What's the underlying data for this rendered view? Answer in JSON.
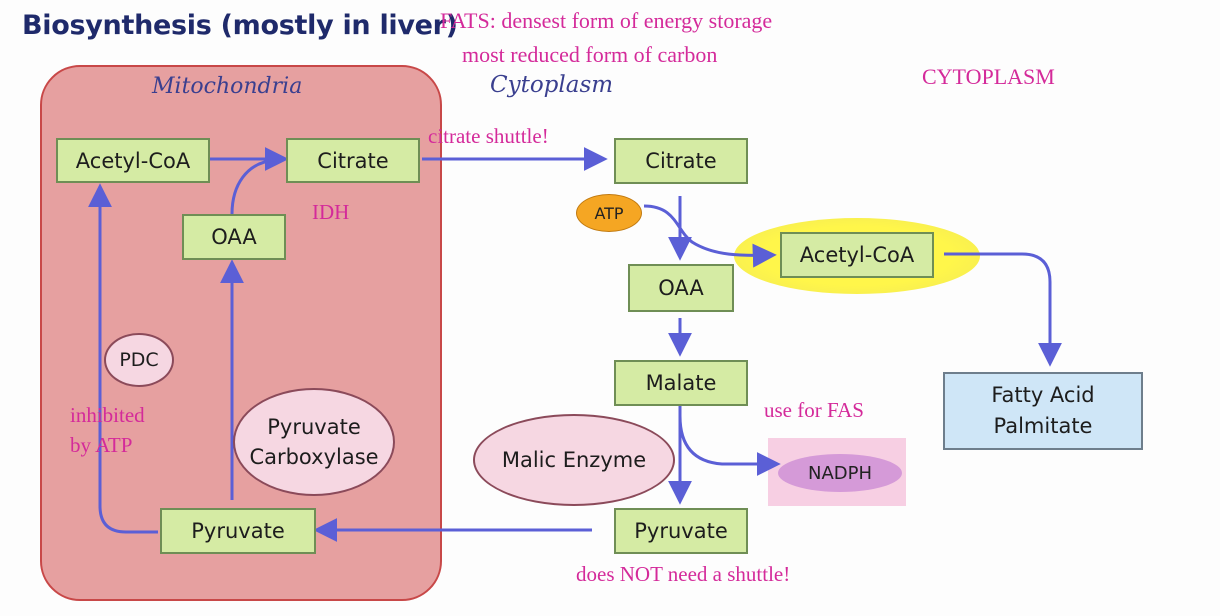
{
  "title": "Biosynthesis (mostly in liver)",
  "header_notes": {
    "line1": "FATS: densest form of energy storage",
    "line2": "most reduced form of carbon",
    "cytoplasm_hand": "Cytoplasm",
    "cytoplasm_caps": "CYTOPLASM"
  },
  "mitochondria": {
    "label": "Mitochondria",
    "acetyl_coa": "Acetyl-CoA",
    "citrate": "Citrate",
    "oaa": "OAA",
    "idh_note": "IDH",
    "pdc": "PDC",
    "inhibited_line1": "inhibited",
    "inhibited_line2": "by ATP",
    "pyruvate_carboxylase_line1": "Pyruvate",
    "pyruvate_carboxylase_line2": "Carboxylase",
    "pyruvate": "Pyruvate"
  },
  "cytoplasm": {
    "citrate_shuttle_note": "citrate shuttle!",
    "citrate": "Citrate",
    "atp": "ATP",
    "acetyl_coa": "Acetyl-CoA",
    "oaa": "OAA",
    "malate": "Malate",
    "use_for_fas_note": "use for FAS",
    "malic_enzyme": "Malic Enzyme",
    "nadph": "NADPH",
    "pyruvate": "Pyruvate",
    "no_shuttle_note": "does NOT need a shuttle!",
    "fatty_acid_line1": "Fatty Acid",
    "fatty_acid_line2": "Palmitate"
  },
  "colors": {
    "arrow": "#5b5fd6",
    "mitochondria_fill": "#e6a0a0",
    "mitochondria_border": "#c84848",
    "metabolite_fill": "#d5eba4",
    "annotation_pink": "#d42a9a",
    "highlight_yellow": "#fff64a"
  }
}
